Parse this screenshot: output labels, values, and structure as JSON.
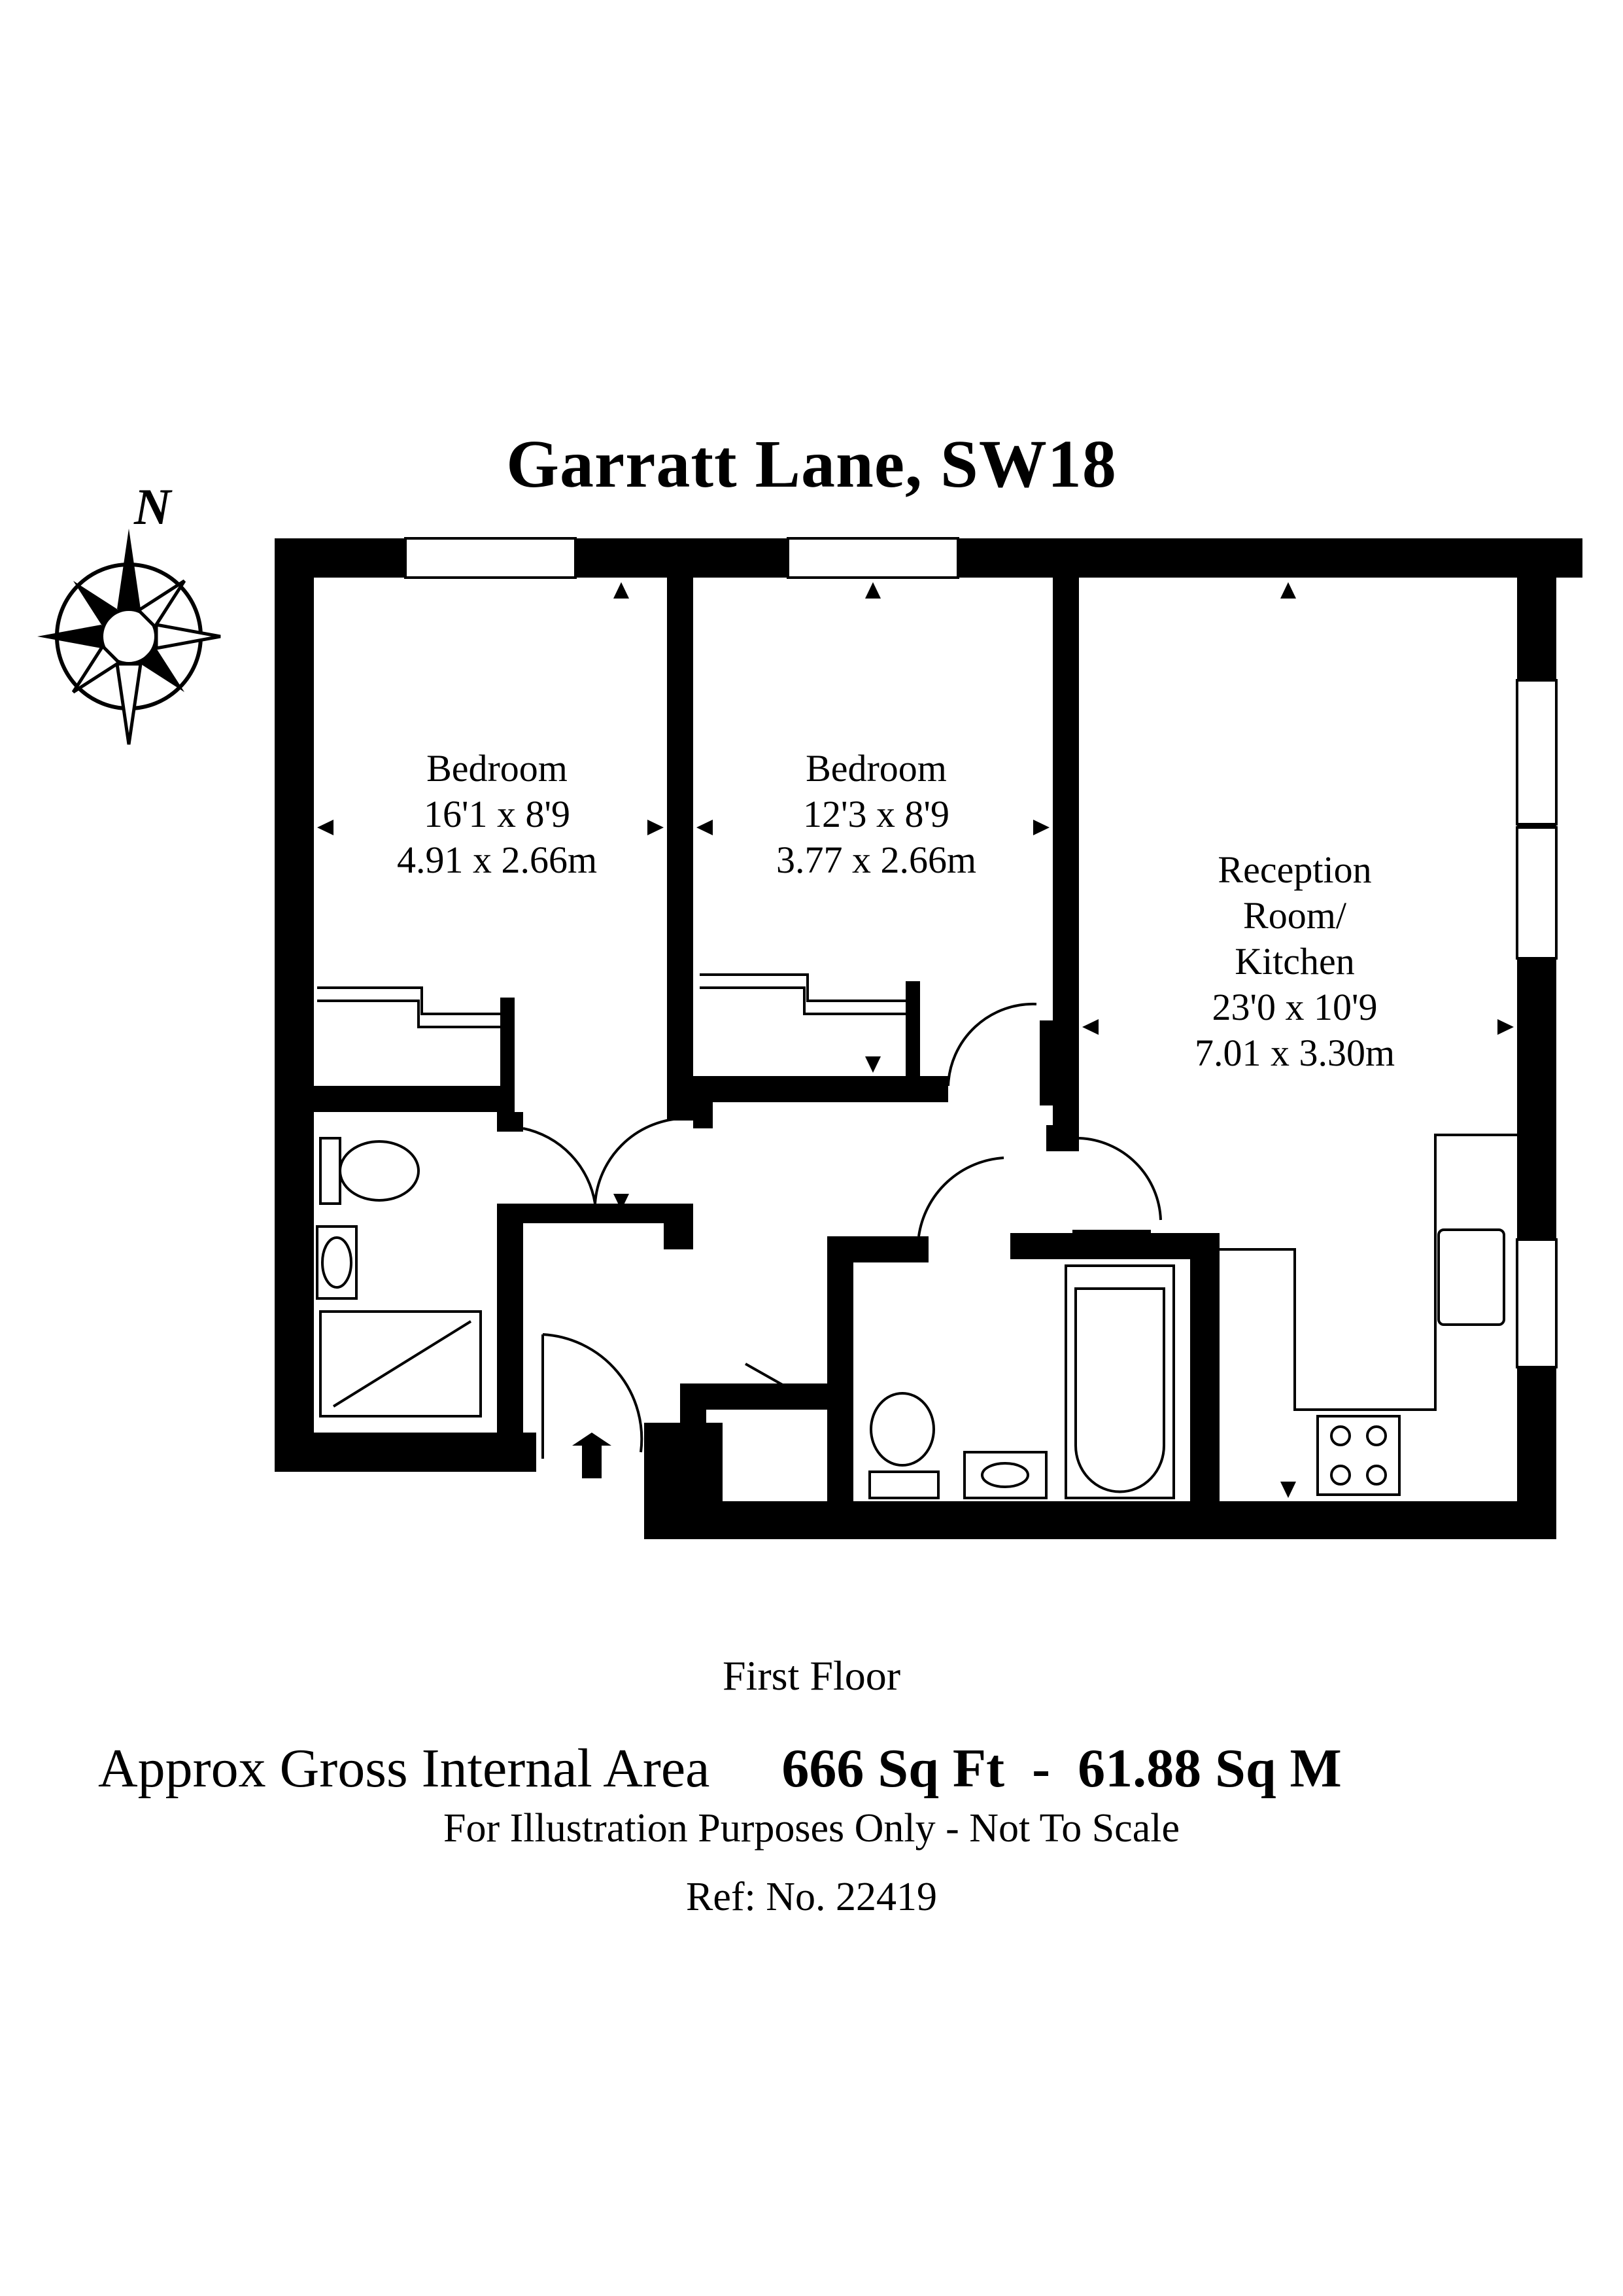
{
  "title": "Garratt Lane, SW18",
  "compass": {
    "label": "N",
    "icon": "compass-rose-icon"
  },
  "rooms": [
    {
      "id": "bedroom-1",
      "name": "Bedroom",
      "imperial": "16'1 x 8'9",
      "metric": "4.91 x 2.66m"
    },
    {
      "id": "bedroom-2",
      "name": "Bedroom",
      "imperial": "12'3 x 8'9",
      "metric": "3.77 x 2.66m"
    },
    {
      "id": "reception",
      "name_lines": [
        "Reception",
        "Room/",
        "Kitchen"
      ],
      "imperial": "23'0 x 10'9",
      "metric": "7.01 x 3.30m"
    }
  ],
  "floor_name": "First Floor",
  "area": {
    "label": "Approx Gross Internal Area",
    "value": "666 Sq Ft  -  61.88 Sq M"
  },
  "disclaimer": "For Illustration Purposes Only - Not To Scale",
  "ref": "Ref: No. 22419"
}
